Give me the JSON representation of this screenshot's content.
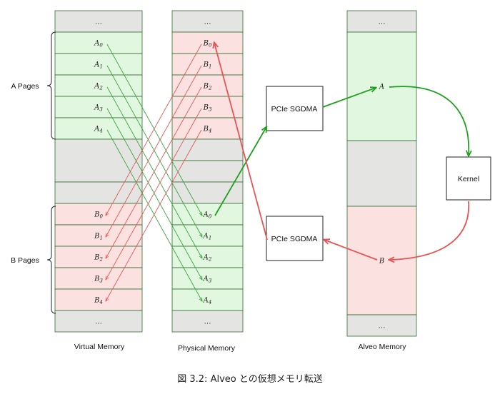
{
  "columns": {
    "virtual": {
      "label": "Virtual Memory",
      "cells": [
        {
          "fill": "gray",
          "text": "…"
        },
        {
          "fill": "green",
          "text": "A",
          "sub": "0"
        },
        {
          "fill": "green",
          "text": "A",
          "sub": "1"
        },
        {
          "fill": "green",
          "text": "A",
          "sub": "2"
        },
        {
          "fill": "green",
          "text": "A",
          "sub": "3"
        },
        {
          "fill": "green",
          "text": "A",
          "sub": "4"
        },
        {
          "fill": "gray",
          "text": ""
        },
        {
          "fill": "gray",
          "text": ""
        },
        {
          "fill": "red",
          "text": "B",
          "sub": "0"
        },
        {
          "fill": "red",
          "text": "B",
          "sub": "1"
        },
        {
          "fill": "red",
          "text": "B",
          "sub": "2"
        },
        {
          "fill": "red",
          "text": "B",
          "sub": "3"
        },
        {
          "fill": "red",
          "text": "B",
          "sub": "4"
        },
        {
          "fill": "gray",
          "text": "…"
        }
      ]
    },
    "physical": {
      "label": "Physical Memory",
      "cells": [
        {
          "fill": "gray",
          "text": "…"
        },
        {
          "fill": "red",
          "text": "B",
          "sub": "0"
        },
        {
          "fill": "red",
          "text": "B",
          "sub": "1"
        },
        {
          "fill": "red",
          "text": "B",
          "sub": "2"
        },
        {
          "fill": "red",
          "text": "B",
          "sub": "3"
        },
        {
          "fill": "red",
          "text": "B",
          "sub": "4"
        },
        {
          "fill": "gray",
          "text": ""
        },
        {
          "fill": "gray",
          "text": ""
        },
        {
          "fill": "gray",
          "text": ""
        },
        {
          "fill": "green",
          "text": "A",
          "sub": "0"
        },
        {
          "fill": "green",
          "text": "A",
          "sub": "1"
        },
        {
          "fill": "green",
          "text": "A",
          "sub": "2"
        },
        {
          "fill": "green",
          "text": "A",
          "sub": "3"
        },
        {
          "fill": "green",
          "text": "A",
          "sub": "4"
        },
        {
          "fill": "gray",
          "text": "…"
        }
      ]
    },
    "alveo": {
      "label": "Alveo Memory",
      "cells": [
        {
          "fill": "gray",
          "text": "…"
        },
        {
          "fill": "green",
          "text": "A"
        },
        {
          "fill": "gray",
          "text": ""
        },
        {
          "fill": "red",
          "text": "B"
        },
        {
          "fill": "gray",
          "text": "…"
        }
      ]
    }
  },
  "brace_labels": {
    "a_pages": "A Pages",
    "b_pages": "B Pages"
  },
  "boxes": {
    "sgdma_top": "PCIe SGDMA",
    "sgdma_bottom": "PCIe SGDMA",
    "kernel": "Kernel"
  },
  "colors": {
    "green_arrow": "#1fa01f",
    "red_arrow": "#e55555",
    "green_fill": "#e2f7df",
    "red_fill": "#fbe1e0",
    "gray_fill": "#e4e5e3"
  },
  "caption": "図 3.2: Alveo との仮想メモリ転送"
}
